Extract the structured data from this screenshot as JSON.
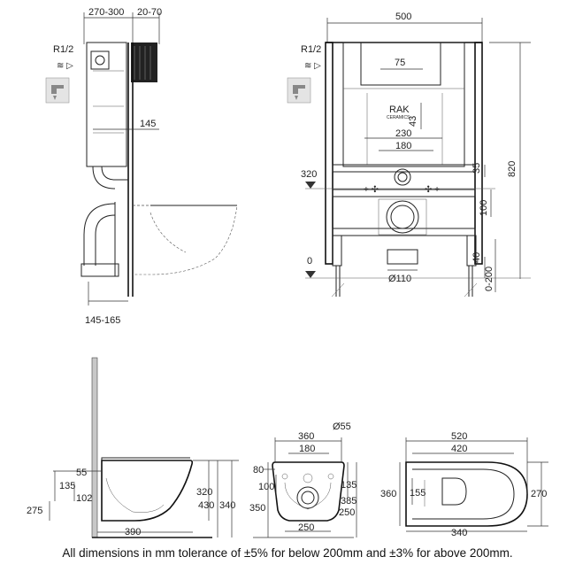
{
  "frame_side": {
    "width_range": "270-300",
    "depth_range": "20-70",
    "supply": "R1/2",
    "outlet_height": "145",
    "pan_projection": "145-165"
  },
  "frame_front": {
    "width": "500",
    "supply": "R1/2",
    "plate_width": "75",
    "logo": "RAK",
    "logo_sub": "CERAMICS",
    "plate_offset": "43",
    "bolt_spacing_outer": "230",
    "bolt_spacing_inner": "180",
    "height": "820",
    "connection_height": "320",
    "outlet_offset": "35",
    "outlet_spacing": "100",
    "floor_level": "0",
    "foot_height": "40",
    "foot_adjust": "0-200",
    "pipe_diameter": "Ø110"
  },
  "pan_side": {
    "d55": "55",
    "d135": "135",
    "d102": "102",
    "d275": "275",
    "d320": "320",
    "d430": "430",
    "d340": "340",
    "d390": "390"
  },
  "pan_rear": {
    "d360": "360",
    "d55": "Ø55",
    "d180": "180",
    "d80": "80",
    "d100": "100",
    "d350": "350",
    "d135": "135",
    "d385": "385",
    "d250_side": "250",
    "d250_bottom": "250"
  },
  "pan_top": {
    "d520": "520",
    "d420": "420",
    "d360": "360",
    "d155": "155",
    "d270": "270",
    "d340": "340"
  },
  "footer": "All dimensions in mm tolerance of ±5% for below 200mm and ±3% for above 200mm."
}
